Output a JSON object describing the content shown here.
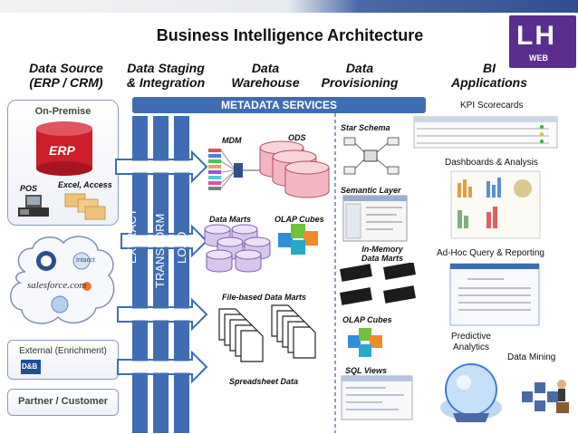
{
  "title": "Business Intelligence Architecture",
  "logo": {
    "text": "LH",
    "subtext": "WEB",
    "color": "#5b2d8e"
  },
  "columns": [
    {
      "line1": "Data Source",
      "line2": "(ERP / CRM)"
    },
    {
      "line1": "Data Staging",
      "line2": "& Integration"
    },
    {
      "line1": "Data",
      "line2": "Warehouse"
    },
    {
      "line1": "Data",
      "line2": "Provisioning"
    },
    {
      "line1": "BI",
      "line2": "Applications"
    }
  ],
  "metadata_banner": "METADATA SERVICES",
  "sources": {
    "on_premise": "On-Premise",
    "erp": "ERP",
    "pos": "POS",
    "excel_access": "Excel, Access",
    "cloud_logos": [
      "salesforce.com",
      "Intacct"
    ],
    "external": "External (Enrichment)",
    "dnb": "D&B",
    "partner": "Partner / Customer"
  },
  "staging": [
    "EXTRACT",
    "TRANSFORM",
    "LOAD"
  ],
  "warehouse": {
    "mdm": "MDM",
    "ods": "ODS",
    "data_marts": "Data Marts",
    "olap_cubes": "OLAP Cubes",
    "file_marts": "File-based Data Marts",
    "spreadsheet": "Spreadsheet Data"
  },
  "provisioning": {
    "star_schema": "Star Schema",
    "semantic_layer": "Semantic Layer",
    "in_memory": "In-Memory Data Marts",
    "olap_cubes": "OLAP Cubes",
    "sql_views": "SQL Views"
  },
  "applications": {
    "kpi": "KPI Scorecards",
    "dashboards": "Dashboards & Analysis",
    "adhoc": "Ad-Hoc Query & Reporting",
    "predictive": "Predictive Analytics",
    "data_mining": "Data Mining"
  },
  "colors": {
    "blue": "#3f6db3",
    "erp_red": "#cc1f2a",
    "cylinder_pink": "#f4b6c3",
    "cylinder_lilac": "#d9c6ef",
    "top_bar": "#4a6aa6"
  }
}
